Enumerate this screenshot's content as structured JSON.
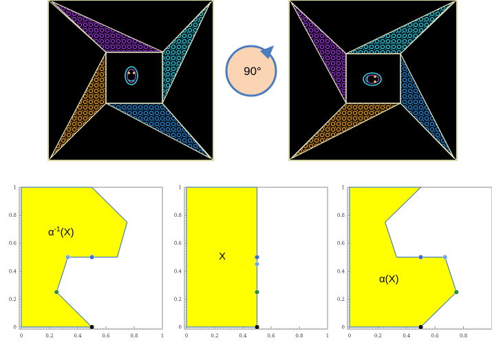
{
  "rotation": {
    "label": "90°"
  },
  "plot_ticks": {
    "x": [
      "0",
      "0.2",
      "0.4",
      "0.6",
      "0.8",
      "1"
    ],
    "y": [
      "0",
      "0.2",
      "0.4",
      "0.6",
      "0.8",
      "1"
    ]
  },
  "plots": [
    {
      "label_main": "α",
      "label_sup": "-1",
      "label_tail": "(X)",
      "polygon": [
        [
          0,
          0
        ],
        [
          0.5,
          0
        ],
        [
          0.25,
          0.25
        ],
        [
          0.33,
          0.5
        ],
        [
          0.68,
          0.5
        ],
        [
          0.75,
          0.75
        ],
        [
          0.5,
          1
        ],
        [
          0,
          1
        ]
      ],
      "points": [
        {
          "x": 0.5,
          "y": 0,
          "color": "#111111"
        },
        {
          "x": 0.25,
          "y": 0.25,
          "color": "#2e8b3e"
        },
        {
          "x": 0.33,
          "y": 0.5,
          "color": "#6fa8dc"
        },
        {
          "x": 0.5,
          "y": 0.5,
          "color": "#3d6fc4"
        }
      ]
    },
    {
      "label_main": "X",
      "label_sup": "",
      "label_tail": "",
      "polygon": [
        [
          0,
          0
        ],
        [
          0.5,
          0
        ],
        [
          0.5,
          1
        ],
        [
          0,
          1
        ]
      ],
      "points": [
        {
          "x": 0.5,
          "y": 0,
          "color": "#111111"
        },
        {
          "x": 0.5,
          "y": 0.25,
          "color": "#2e8b3e"
        },
        {
          "x": 0.5,
          "y": 0.45,
          "color": "#6fa8dc"
        },
        {
          "x": 0.5,
          "y": 0.5,
          "color": "#3d6fc4"
        }
      ]
    },
    {
      "label_main": "α",
      "label_sup": "",
      "label_tail": "(X)",
      "polygon": [
        [
          0.5,
          0
        ],
        [
          0.75,
          0.25
        ],
        [
          0.67,
          0.5
        ],
        [
          0.33,
          0.5
        ],
        [
          0.25,
          0.75
        ],
        [
          0.5,
          1
        ],
        [
          0,
          1
        ],
        [
          0,
          0
        ]
      ],
      "points": [
        {
          "x": 0.5,
          "y": 0,
          "color": "#111111"
        },
        {
          "x": 0.75,
          "y": 0.25,
          "color": "#2e8b3e"
        },
        {
          "x": 0.67,
          "y": 0.5,
          "color": "#6fa8dc"
        },
        {
          "x": 0.5,
          "y": 0.5,
          "color": "#3d6fc4"
        }
      ]
    }
  ],
  "colors": {
    "fill": "#ffff00",
    "border": "#4a7dbf",
    "circle_fill": "#fbd4b4",
    "circle_stroke": "#4a7dbf",
    "purple": "#a13be0",
    "cyan": "#2ed7e6",
    "orange": "#e8a324",
    "blue": "#2a8fd6"
  }
}
